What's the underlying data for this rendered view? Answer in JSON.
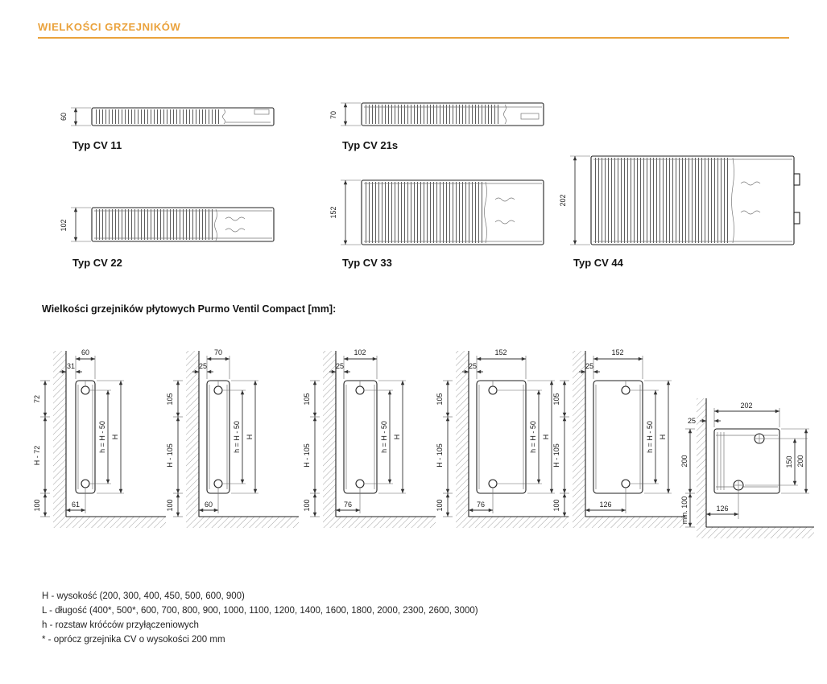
{
  "header": {
    "title": "WIELKOŚCI GRZEJNIKÓW",
    "accent_color": "#EAA23C"
  },
  "cross_sections": [
    {
      "type_label": "Typ CV 11",
      "depth": "60"
    },
    {
      "type_label": "Typ CV 21s",
      "depth": "70"
    },
    {
      "type_label": "Typ CV 22",
      "depth": "102"
    },
    {
      "type_label": "Typ CV 33",
      "depth": "152"
    },
    {
      "type_label": "Typ CV 44",
      "depth": "202"
    }
  ],
  "subtitle": "Wielkości grzejników płytowych Purmo Ventil Compact [mm]:",
  "side_views": [
    {
      "depth": "60",
      "wall_gap": "31",
      "top_offset": "72",
      "mid_height": "H - 72",
      "floor_clearance": "100",
      "connection_spacing": "h = H - 50",
      "total_height": "H",
      "bottom_offset": "61"
    },
    {
      "depth": "70",
      "wall_gap": "25",
      "top_offset": "105",
      "mid_height": "H - 105",
      "floor_clearance": "100",
      "connection_spacing": "h = H - 50",
      "total_height": "H",
      "bottom_offset": "60"
    },
    {
      "depth": "102",
      "wall_gap": "25",
      "top_offset": "105",
      "mid_height": "H - 105",
      "floor_clearance": "100",
      "connection_spacing": "h = H - 50",
      "total_height": "H",
      "bottom_offset": "76"
    },
    {
      "depth": "152",
      "wall_gap": "25",
      "top_offset": "105",
      "mid_height": "H - 105",
      "floor_clearance": "100",
      "connection_spacing": "h = H - 50",
      "total_height": "H",
      "bottom_offset": "76"
    },
    {
      "depth": "152",
      "wall_gap": "25",
      "top_offset": "105",
      "mid_height": "H - 105",
      "floor_clearance": "100",
      "connection_spacing": "h = H - 50",
      "total_height": "H",
      "bottom_offset": "126"
    }
  ],
  "corner_view": {
    "depth": "202",
    "wall_gap": "25",
    "height": "200",
    "floor_clearance": "min. 100",
    "connection_spacing": "150",
    "total_height": "200",
    "bottom_offset": "126"
  },
  "legend": {
    "line1": "H - wysokość (200, 300, 400, 450, 500, 600, 900)",
    "line2": "L - długość (400*, 500*, 600, 700, 800, 900, 1000, 1100, 1200, 1400, 1600, 1800, 2000, 2300, 2600, 3000)",
    "line3": "h - rozstaw króćców przyłączeniowych",
    "line4": "* - oprócz grzejnika CV o wysokości 200 mm"
  }
}
